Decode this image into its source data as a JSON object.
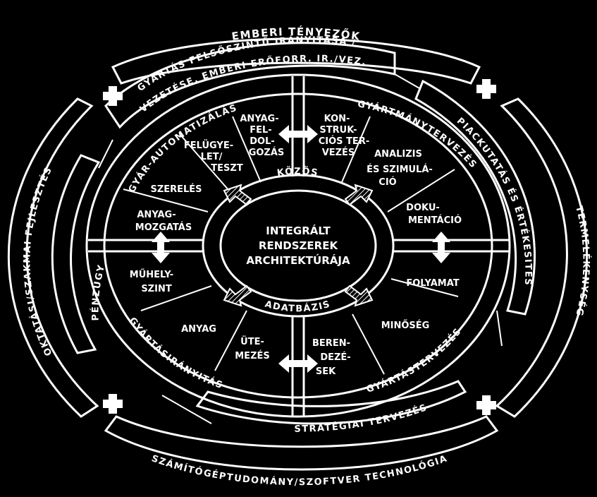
{
  "center": {
    "line1": "INTEGRÁLT",
    "line2": "RENDSZEREK",
    "line3": "ARCHITEKTÚRÁJA"
  },
  "inner_ring": {
    "top": "KÖZÖS",
    "bottom": "ADATBÁZIS"
  },
  "quadrant_arcs": {
    "top_left": "GYÁR-AUTOMATIZÁLÁS",
    "top_right": "GYÁRTMÁNYTERVEZÉS",
    "bottom_left": "GYÁRTÁSIRÁNYITÁS",
    "bottom_right": "GYÁRTÁSTERVEZÉS"
  },
  "segments": {
    "anyagfeldolgozas": [
      "ANYAG-",
      "FEL-",
      "DOL-",
      "GOZÁS"
    ],
    "felugyelet": [
      "FELÜGYE-",
      "LET/",
      "TESZT"
    ],
    "szereles": [
      "SZERELÉS"
    ],
    "anyagmozgatas": [
      "ANYAG-",
      "MOZGATÁS"
    ],
    "konstrukcios": [
      "KON-",
      "STRUK-",
      "CIÓS TER-",
      "VEZÉS"
    ],
    "analizis": [
      "ANALIZIS",
      "ÉS SZIMULÁ-",
      "CIÓ"
    ],
    "dokumentacio": [
      "DOKU-",
      "MENTÁCIÓ"
    ],
    "muhelyszint": [
      "MŰHELY-",
      "SZINT"
    ],
    "anyag": [
      "ANYAG"
    ],
    "utemezes": [
      "ÜTE-",
      "MEZÉS"
    ],
    "folyamat": [
      "FOLYAMAT"
    ],
    "minoseg": [
      "MINŐSÉG"
    ],
    "berendezesek": [
      "BEREN-",
      "DEZÉ-",
      "SEK"
    ]
  },
  "outer_ring": {
    "top": [
      "GYÁRTÁS FELSŐSZINTŰ IRÁNYITÁSA /",
      "VEZETÉSE, EMBERI ERŐFORR. IR./VEZ."
    ],
    "right": "PIACKUTATÁS ÉS ÉRTÉKESITÉS",
    "bottom": "STRATÉGIAI TERVEZÉS",
    "left": "PÉNZÜGY"
  },
  "outermost_ring": {
    "top": "EMBERI TÉNYEZŐK",
    "right": "TERMELÉKENYSÉG",
    "bottom": "SZÁMÍTÓGÉPTUDOMÁNY/SZOFTVER TECHNOLÓGIA",
    "left": "OKTATÁSI/SZAKMAI FEJLESZTÉS"
  },
  "colors": {
    "background": "#000000",
    "foreground": "#ffffff"
  },
  "icons": [
    "double-arrow-icon",
    "plus-icon",
    "hatched-arrow-icon"
  ]
}
